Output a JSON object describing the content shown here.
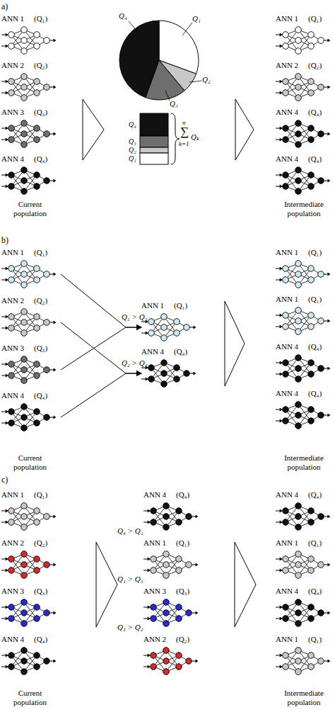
{
  "diagram": {
    "nodes": [
      {
        "text": [
          "ANN 1",
          "(Q₁)"
        ]
      },
      {
        "text": [
          "ANN 2",
          "(Q₂)"
        ]
      },
      {
        "text": [
          "ANN 3",
          "(Q₃)"
        ]
      },
      {
        "text": [
          "ANN 4",
          "(Q₄)"
        ]
      },
      {
        "text": [
          "ANN 1",
          "(Q₁)"
        ]
      },
      {
        "text": [
          "ANN 2",
          "(Q₂)"
        ]
      },
      {
        "text": [
          "ANN 4",
          "(Q₄)"
        ]
      },
      {
        "text": [
          "ANN 4",
          "(Q₄)"
        ]
      },
      {
        "text": [
          "ANN 1",
          "(Q₁)"
        ]
      },
      {
        "text": [
          "ANN 2",
          "(Q₂)"
        ]
      },
      {
        "text": [
          "ANN 3",
          "(Q₃)"
        ]
      },
      {
        "text": [
          "ANN 4",
          "(Q₄)"
        ]
      },
      {
        "text": [
          "ANN 1",
          "(Q₁)"
        ]
      },
      {
        "text": [
          "ANN 4",
          "(Q₄)"
        ]
      },
      {
        "text": [
          "ANN 1",
          "(Q₁)"
        ]
      },
      {
        "text": [
          "ANN 1",
          "(Q₁)"
        ]
      },
      {
        "text": [
          "ANN 4",
          "(Q₄)"
        ]
      },
      {
        "text": [
          "ANN 4",
          "(Q₄)"
        ]
      },
      {
        "text": [
          "ANN 1",
          "(Q₁)"
        ]
      },
      {
        "text": [
          "ANN 2",
          "(Q₂)"
        ]
      },
      {
        "text": [
          "ANN 3",
          "(Q₃)"
        ]
      },
      {
        "text": [
          "ANN 4",
          "(Q₄)"
        ]
      },
      {
        "text": [
          "ANN 4",
          "(Q₄)"
        ]
      },
      {
        "text": [
          "ANN 1",
          "(Q₁)"
        ]
      },
      {
        "text": [
          "ANN 3",
          "(Q₃)"
        ]
      },
      {
        "text": [
          "ANN 2",
          "(Q₂)"
        ]
      },
      {
        "text": [
          "ANN 4",
          "(Q₄)"
        ]
      },
      {
        "text": [
          "ANN 1",
          "(Q₁)"
        ]
      },
      {
        "text": [
          "ANN 4",
          "(Q₄)"
        ]
      },
      {
        "text": [
          "ANN 1",
          "(Q₁)"
        ]
      }
    ],
    "edges": [
      {
        "from": 8,
        "to": 12,
        "arrow": "to"
      },
      {
        "from": 10,
        "to": 12,
        "arrow": "to"
      },
      {
        "from": 9,
        "to": 13,
        "arrow": "to"
      },
      {
        "from": 11,
        "to": 13,
        "arrow": "to"
      }
    ],
    "labels": [
      "a)",
      "Q₄",
      "Q₁",
      "Q₂",
      "Q₃",
      "Q₄",
      "Q₃",
      "Q₂",
      "Q₁",
      "n",
      "∑",
      "k=1",
      "Qₖ",
      "Current population",
      "Intermediate population",
      "b)",
      "Q₁ > Q₃",
      "Q₂ > Q₄",
      "Current population",
      "Intermediate population",
      "c)",
      "Q₄ > Q₁",
      "Q₁ > Q₃",
      "Q₃ > Q₂",
      "Current population",
      "Intermediate population"
    ]
  }
}
